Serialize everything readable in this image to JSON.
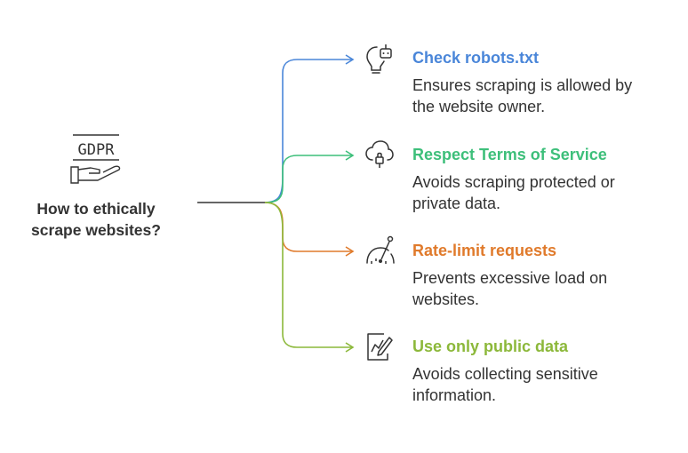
{
  "root": {
    "label_line1": "How to ethically",
    "label_line2": "scrape websites?",
    "icon_text": "GDPR",
    "icon": "gdpr-hand-icon"
  },
  "branches": [
    {
      "title": "Check robots.txt",
      "description": "Ensures scraping is allowed by the website owner.",
      "desc_line1": "Ensures scraping is allowed by",
      "desc_line2": "the website owner.",
      "color": "#4a86d9",
      "icon": "robot-bulb-icon"
    },
    {
      "title": "Respect Terms of Service",
      "description": "Avoids scraping protected or private data.",
      "desc_line1": "Avoids scraping protected or",
      "desc_line2": "private data.",
      "color": "#3dbf7a",
      "icon": "cloud-lock-icon"
    },
    {
      "title": "Rate-limit requests",
      "description": "Prevents excessive load on websites.",
      "desc_line1": "Prevents excessive load on",
      "desc_line2": "websites.",
      "color": "#e07a2b",
      "icon": "speedometer-icon"
    },
    {
      "title": "Use only public data",
      "description": "Avoids collecting sensitive information.",
      "desc_line1": "Avoids collecting sensitive",
      "desc_line2": "information.",
      "color": "#8cb83a",
      "icon": "chart-pencil-icon"
    }
  ]
}
